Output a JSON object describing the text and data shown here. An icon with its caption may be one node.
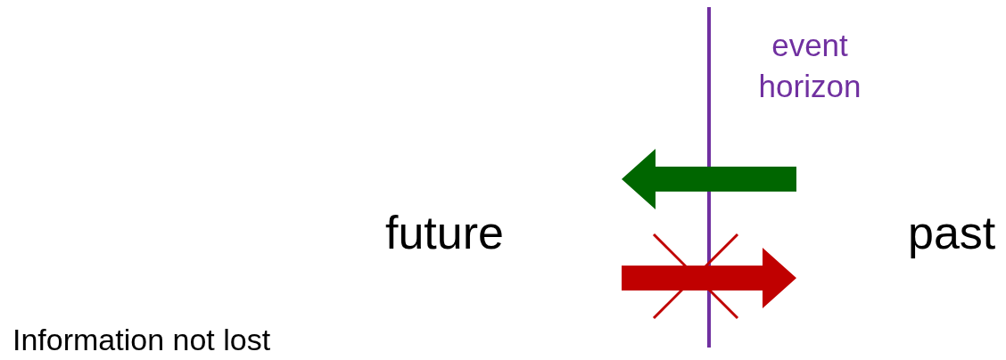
{
  "diagram": {
    "nodes": [
      {
        "text": [
          "future"
        ]
      },
      {
        "text": [
          "past"
        ]
      }
    ],
    "labels": [
      "event horizon",
      "Information not lost"
    ]
  }
}
